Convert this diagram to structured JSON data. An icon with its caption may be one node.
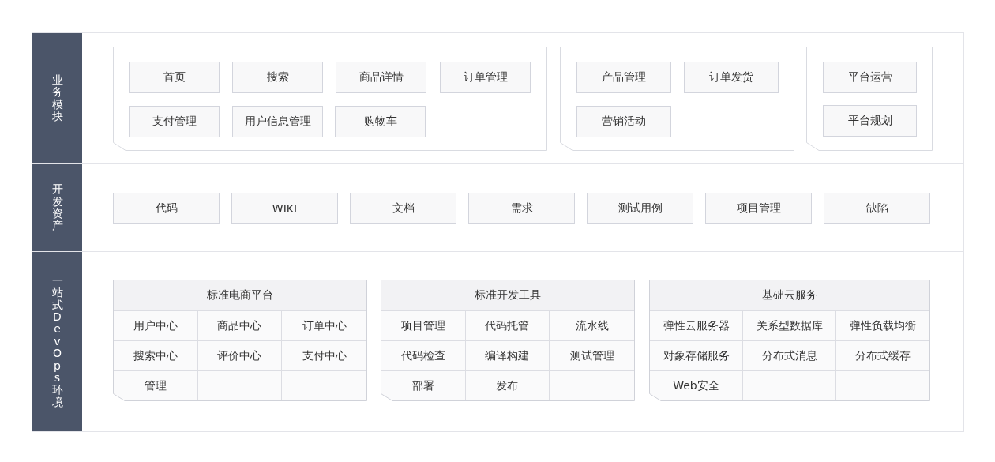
{
  "diagram": {
    "nodes": [
      {
        "text": [
          "业务模块"
        ]
      },
      {
        "text": [],
        "shape": "box",
        "in": 0
      },
      {
        "text": [
          "首页"
        ],
        "in": 1
      },
      {
        "text": [
          "搜索"
        ],
        "in": 1
      },
      {
        "text": [
          "商品详情"
        ],
        "in": 1
      },
      {
        "text": [
          "订单管理"
        ],
        "in": 1
      },
      {
        "text": [
          "支付管理"
        ],
        "in": 1
      },
      {
        "text": [
          "用户信息管理"
        ],
        "in": 1
      },
      {
        "text": [
          "购物车"
        ],
        "in": 1
      },
      {
        "text": [],
        "shape": "box",
        "in": 0
      },
      {
        "text": [
          "产品管理"
        ],
        "in": 9
      },
      {
        "text": [
          "订单发货"
        ],
        "in": 9
      },
      {
        "text": [
          "营销活动"
        ],
        "in": 9
      },
      {
        "text": [],
        "shape": "box",
        "in": 0
      },
      {
        "text": [
          "平台运营"
        ],
        "in": 13
      },
      {
        "text": [
          "平台规划"
        ],
        "in": 13
      },
      {
        "text": [
          "开发资产"
        ]
      },
      {
        "text": [
          "代码"
        ],
        "in": 16
      },
      {
        "text": [
          "WIKI"
        ],
        "in": 16
      },
      {
        "text": [
          "文档"
        ],
        "in": 16
      },
      {
        "text": [
          "需求"
        ],
        "in": 16
      },
      {
        "text": [
          "测试用例"
        ],
        "in": 16
      },
      {
        "text": [
          "项目管理"
        ],
        "in": 16
      },
      {
        "text": [
          "缺陷"
        ],
        "in": 16
      },
      {
        "text": [
          "一站式DevOps环境"
        ]
      },
      {
        "text": [
          "标准电商平台"
        ],
        "in": 24
      },
      {
        "text": [
          "用户中心"
        ],
        "in": 25
      },
      {
        "text": [
          "商品中心"
        ],
        "in": 25
      },
      {
        "text": [
          "订单中心"
        ],
        "in": 25
      },
      {
        "text": [
          "搜索中心"
        ],
        "in": 25
      },
      {
        "text": [
          "评价中心"
        ],
        "in": 25
      },
      {
        "text": [
          "支付中心"
        ],
        "in": 25
      },
      {
        "text": [
          "管理"
        ],
        "in": 25
      },
      {
        "text": [
          "标准开发工具"
        ],
        "in": 24
      },
      {
        "text": [
          "项目管理"
        ],
        "in": 33
      },
      {
        "text": [
          "代码托管"
        ],
        "in": 33
      },
      {
        "text": [
          "流水线"
        ],
        "in": 33
      },
      {
        "text": [
          "代码检查"
        ],
        "in": 33
      },
      {
        "text": [
          "编译构建"
        ],
        "in": 33
      },
      {
        "text": [
          "测试管理"
        ],
        "in": 33
      },
      {
        "text": [
          "部署"
        ],
        "in": 33
      },
      {
        "text": [
          "发布"
        ],
        "in": 33
      },
      {
        "text": [
          "基础云服务"
        ],
        "in": 24
      },
      {
        "text": [
          "弹性云服务器"
        ],
        "in": 42
      },
      {
        "text": [
          "关系型数据库"
        ],
        "in": 42
      },
      {
        "text": [
          "弹性负载均衡"
        ],
        "in": 42
      },
      {
        "text": [
          "对象存储服务"
        ],
        "in": 42
      },
      {
        "text": [
          "分布式消息"
        ],
        "in": 42
      },
      {
        "text": [
          "分布式缓存"
        ],
        "in": 42
      },
      {
        "text": [
          "Web安全"
        ],
        "in": 42
      }
    ]
  }
}
